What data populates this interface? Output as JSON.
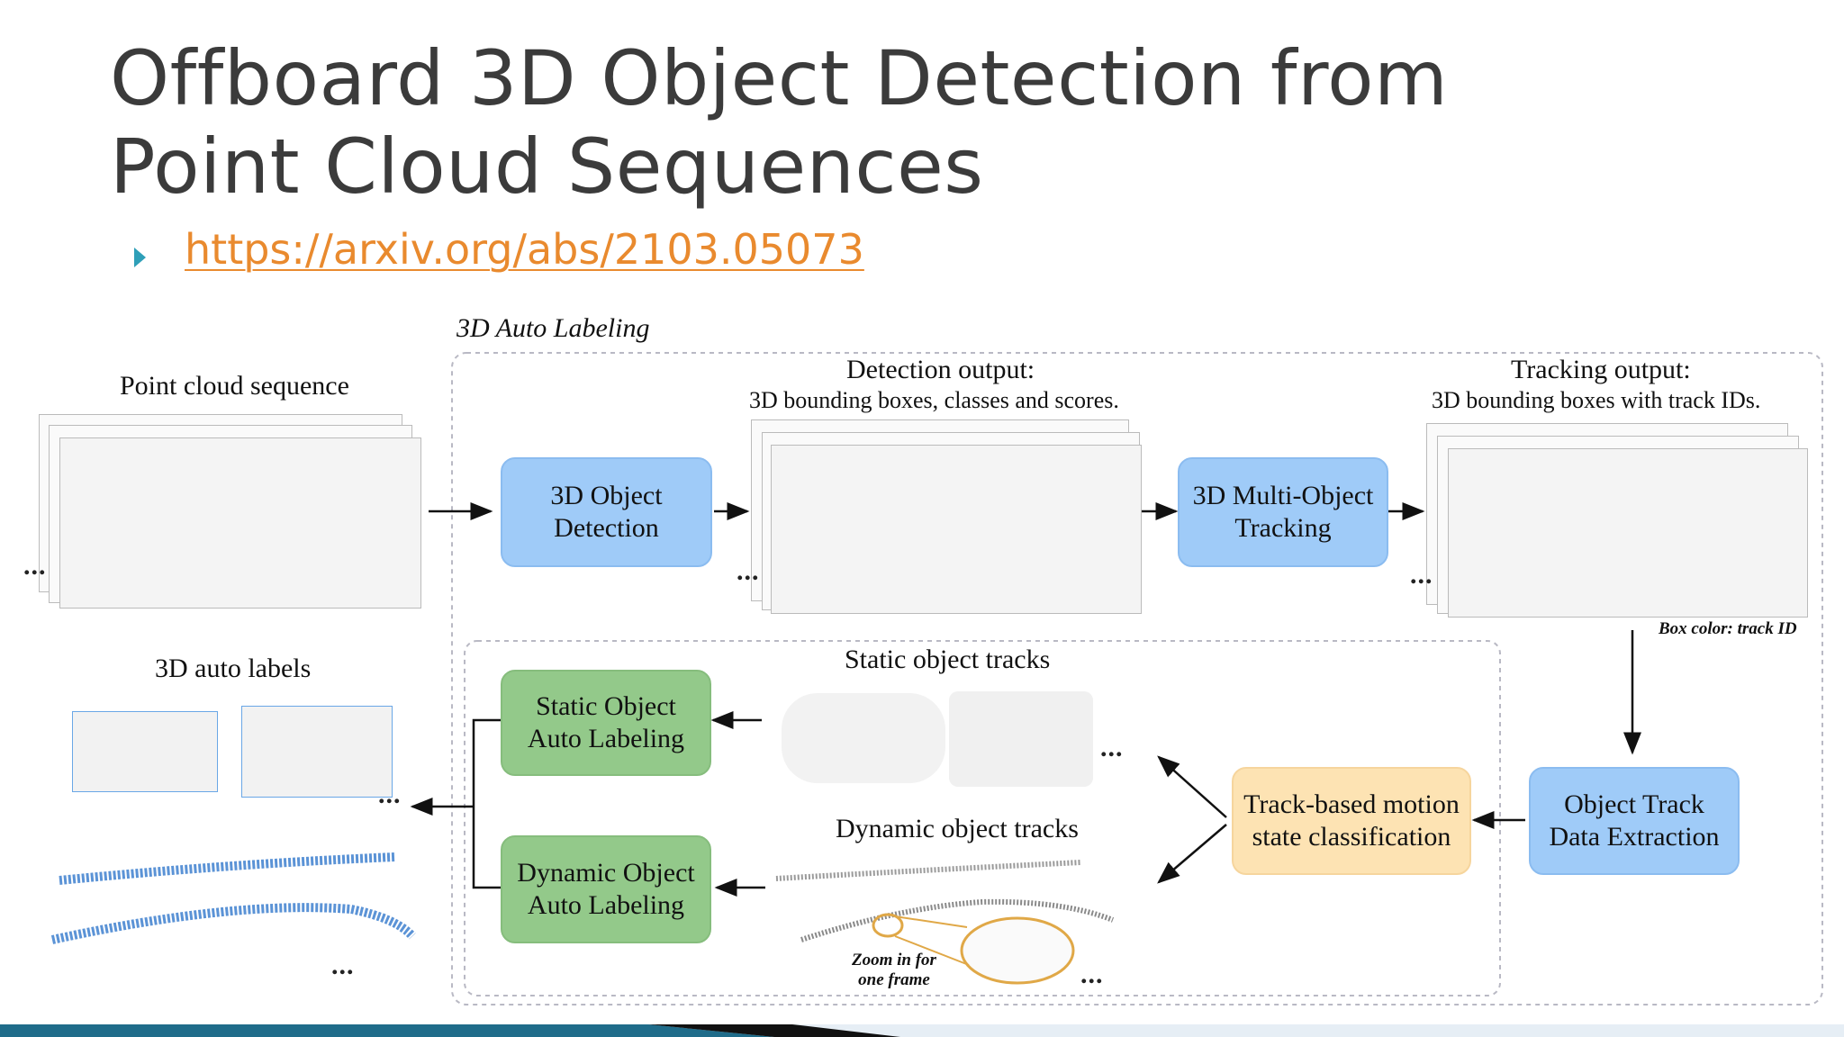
{
  "slide": {
    "title": "Offboard 3D Object Detection from Point Cloud Sequences",
    "link": "https://arxiv.org/abs/2103.05073"
  },
  "diagram": {
    "group_title": "3D Auto Labeling",
    "point_cloud_label": "Point cloud sequence",
    "detection_output_title": "Detection output:",
    "detection_output_sub": "3D bounding boxes, classes and scores.",
    "tracking_output_title": "Tracking output:",
    "tracking_output_sub": "3D bounding boxes with track IDs.",
    "box_color_note": "Box color: track ID",
    "auto_labels_label": "3D auto labels",
    "static_tracks_label": "Static object tracks",
    "dynamic_tracks_label": "Dynamic object tracks",
    "zoom_note_1": "Zoom in for",
    "zoom_note_2": "one frame",
    "ellipsis": "...",
    "boxes": {
      "detection_1": "3D Object",
      "detection_2": "Detection",
      "tracking_1": "3D Multi-Object",
      "tracking_2": "Tracking",
      "static_1": "Static Object",
      "static_2": "Auto Labeling",
      "dynamic_1": "Dynamic Object",
      "dynamic_2": "Auto Labeling",
      "motion_1": "Track-based motion",
      "motion_2": "state classification",
      "extract_1": "Object Track",
      "extract_2": "Data Extraction"
    },
    "colors": {
      "blue_box": "#9fcbf8",
      "green_box": "#93c98a",
      "yellow_box": "#fde3b3",
      "link": "#e98a2e",
      "bullet": "#2e9fb8"
    }
  }
}
